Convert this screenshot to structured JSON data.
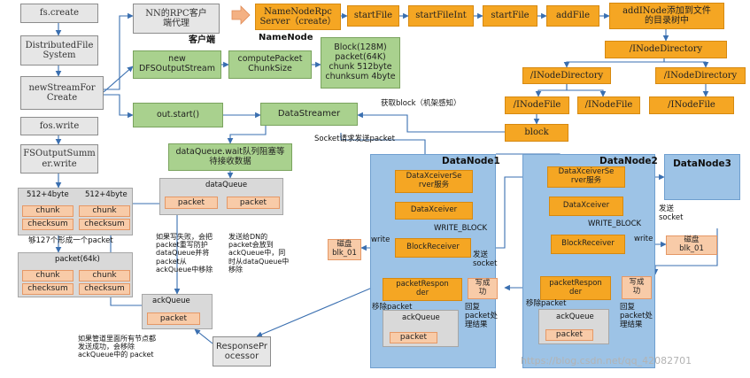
{
  "client": {
    "fs_create": "fs.create",
    "distributed_fs": "DistributedFile\nSystem",
    "new_stream_for_create": "newStreamFor\nCreate",
    "fos_write": "fos.write",
    "fs_output_summer": "FSOutputSumm\ner.write",
    "nn_rpc_client": "NN的RPC客户\n端代理",
    "client_label": "客户端",
    "new_dfs_output_stream": "new\nDFSOutputStream",
    "compute_packet_chunk_size": "computePacket\nChunkSize",
    "block_info": "Block(128M)\npacket(64K)\nchunk 512byte\nchunksum 4byte",
    "out_start": "out.start()",
    "data_streamer": "DataStreamer",
    "dataqueue_wait": "dataQueue.wait队列阻塞等\n待接收数据",
    "chunk_header_1": "512+4byte",
    "chunk_header_2": "512+4byte",
    "chunk": "chunk",
    "checksum": "checksum",
    "chunks_to_packet": "够127个形成一个packet",
    "packet_64k": "packet(64k)",
    "dataqueue_title": "dataQueue",
    "packet": "packet",
    "fail_note": "如果写失败，会把\npacket重写防护\ndataQueue并将\npacket从\nackQueue中移除",
    "send_note": "发送给DN的\npacket会放到\nackQueue中，同\n时从dataQueue中\n移除",
    "ackqueue_title": "ackQueue",
    "all_success_note": "如果管道里面所有节点都\n发送成功，会移除\nackQueue中的 packet",
    "response_processor": "ResponsePr\nocessor"
  },
  "namenode": {
    "rpc_server": "NameNodeRpc\nServer（create）",
    "label": "NameNode",
    "start_file": "startFile",
    "start_file_int": "startFileInt",
    "start_file_2": "startFile",
    "add_file": "addFile",
    "add_inode": "addINode添加到文件\n的目录树中",
    "inode_directory": "/INodeDirectory",
    "inode_file": "/INodeFile",
    "block": "block",
    "get_block": "获取block（机架感知）"
  },
  "datanodes": {
    "socket_request": "Socket请求发送packet",
    "dn1_title": "DataNode1",
    "dn2_title": "DataNode2",
    "dn3_title": "DataNode3",
    "dxs_service": "DataXceiverSe\nrver服务",
    "dxs_service_2": "DataXceiverSe\nrver服务",
    "data_xceiver": "DataXceiver",
    "write_block": "WRITE_BLOCK",
    "block_receiver": "BlockReceiver",
    "disk": "磁盘\nblk_01",
    "write": "write",
    "send_socket": "发送\nsocket",
    "packet_responder": "packetRespon\nder",
    "write_success": "写成\n功",
    "remove_packet": "移除packet",
    "reply_packet": "回复\npacket处\n理结果",
    "ackqueue": "ackQueue",
    "packet": "packet"
  },
  "watermark": "https://blog.csdn.net/qq_42082701",
  "colors": {
    "gray_box": "#e6e6e6",
    "green_box": "#a9d18e",
    "orange_box": "#f5a623",
    "light_orange_box": "#f8cba8",
    "datanode_panel": "#9dc3e6",
    "arrow": "#3a6fb0"
  }
}
